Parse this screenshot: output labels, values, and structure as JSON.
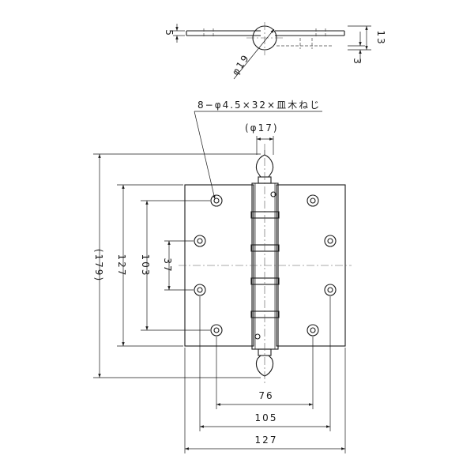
{
  "colors": {
    "line": "#1a1a1a",
    "background": "#ffffff"
  },
  "top_view": {
    "dim_plate_thickness": "5",
    "dim_total_height": "13",
    "dim_gap": "3",
    "dim_knuckle_diameter": "φ19"
  },
  "front_view": {
    "screw_callout": "8−φ4.5×32×皿木ねじ",
    "dim_finial_diameter": "(φ17)",
    "dim_overall_height": "(179)",
    "dim_leaf_height": "127",
    "dim_outer_hole_spacing": "103",
    "dim_inner_hole_spacing": "37",
    "dim_inner_hole_pitch": "76",
    "dim_outer_hole_pitch": "105",
    "dim_overall_width": "127"
  }
}
